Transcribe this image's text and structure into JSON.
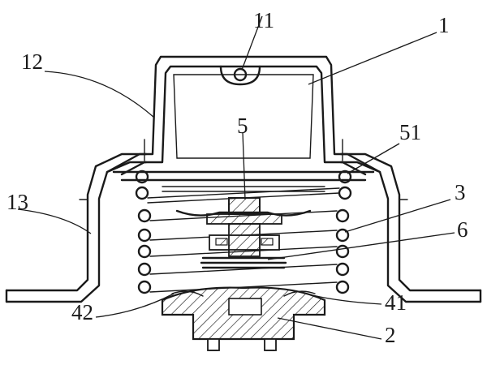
{
  "labels": {
    "l1": "1",
    "l11": "11",
    "l12": "12",
    "l5": "5",
    "l51": "51",
    "l13": "13",
    "l3": "3",
    "l6": "6",
    "l42": "42",
    "l41": "41",
    "l2": "2"
  },
  "colors": {
    "ink": "#1a1a1a",
    "background": "#ffffff"
  }
}
